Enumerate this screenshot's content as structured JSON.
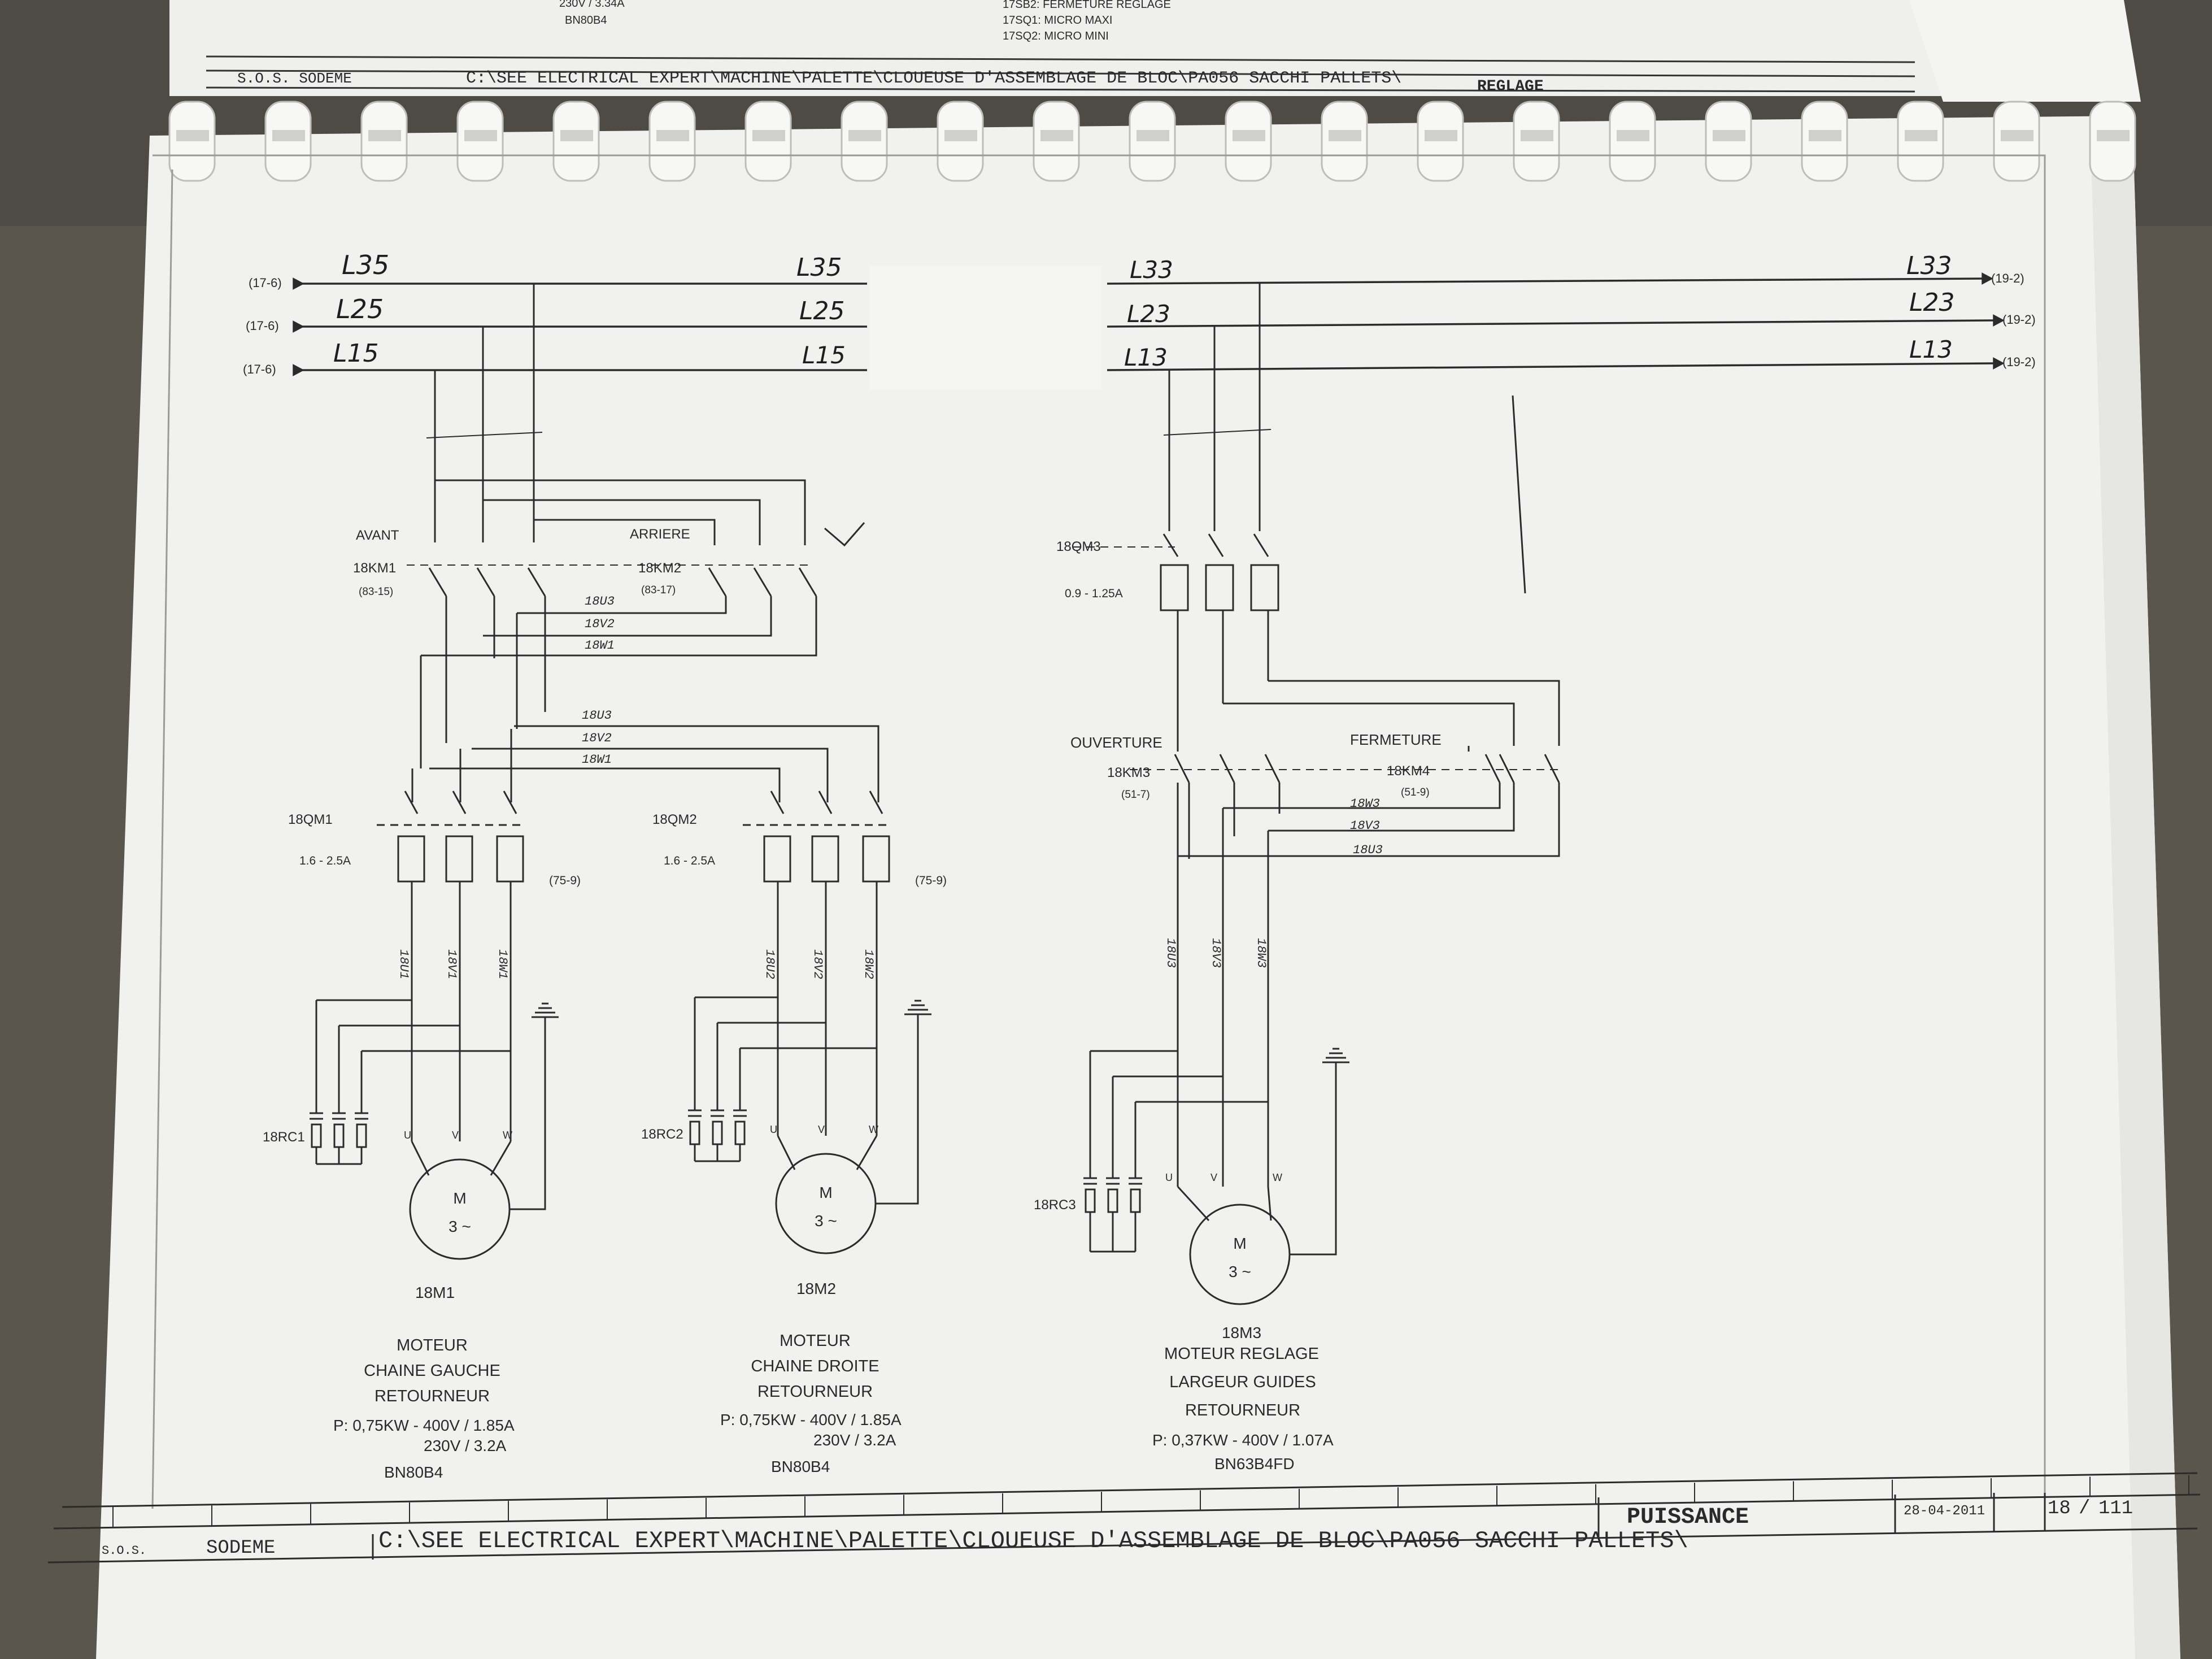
{
  "top_page": {
    "notes": [
      "230V / 3.34A",
      "BN80B4",
      "17SB2: FERMETURE REGLAGE",
      "17SQ1: MICRO MAXI",
      "17SQ2: MICRO MINI"
    ],
    "titleblock": {
      "company": "S.O.S. SODEME",
      "path": "C:\\SEE ELECTRICAL EXPERT\\MACHINE\\PALETTE\\CLOUEUSE D'ASSEMBLAGE DE BLOC\\PA056 SACCHI PALLETS\\",
      "section": "REGLAGE"
    }
  },
  "buses": {
    "left": [
      {
        "ref": "(17-6)",
        "label": "L35",
        "end_label": "L35"
      },
      {
        "ref": "(17-6)",
        "label": "L25",
        "end_label": "L25"
      },
      {
        "ref": "(17-6)",
        "label": "L15",
        "end_label": "L15"
      }
    ],
    "right": [
      {
        "ref": "(19-2)",
        "label": "L33",
        "end_label": "L33"
      },
      {
        "ref": "(19-2)",
        "label": "L23",
        "end_label": "L23"
      },
      {
        "ref": "(19-2)",
        "label": "L13",
        "end_label": "L13"
      }
    ]
  },
  "circuit_a": {
    "dir_fwd": "AVANT",
    "dir_rev": "ARRIERE",
    "km_fwd": {
      "tag": "18KM1",
      "ref": "(83-15)"
    },
    "km_rev": {
      "tag": "18KM2",
      "ref": "(83-17)"
    },
    "wires": [
      "18U3",
      "18V2",
      "18W1"
    ],
    "wires_b": [
      "18U3",
      "18V2",
      "18W1"
    ]
  },
  "motor_1": {
    "breaker": "18QM1",
    "rating": "1.6 - 2.5A",
    "ref": "(75-9)",
    "wires": [
      "18U1",
      "18V1",
      "18W1"
    ],
    "rc": "18RC1",
    "tag": "18M1",
    "desc": [
      "MOTEUR",
      "CHAINE GAUCHE",
      "RETOURNEUR"
    ],
    "power": "P: 0,75KW - 400V / 1.85A",
    "power2": "230V / 3.2A",
    "model": "BN80B4"
  },
  "motor_2": {
    "breaker": "18QM2",
    "rating": "1.6 - 2.5A",
    "ref": "(75-9)",
    "wires": [
      "18U2",
      "18V2",
      "18W2"
    ],
    "rc": "18RC2",
    "tag": "18M2",
    "desc": [
      "MOTEUR",
      "CHAINE DROITE",
      "RETOURNEUR"
    ],
    "power": "P: 0,75KW - 400V / 1.85A",
    "power2": "230V / 3.2A",
    "model": "BN80B4"
  },
  "motor_3": {
    "breaker": "18QM3",
    "rating": "0.9 - 1.25A",
    "dir_open": "OUVERTURE",
    "dir_close": "FERMETURE",
    "km_open": {
      "tag": "18KM3",
      "ref": "(51-7)"
    },
    "km_close": {
      "tag": "18KM4",
      "ref": "(51-9)"
    },
    "cross_wires": [
      "18W3",
      "18V3",
      "18U3"
    ],
    "wires": [
      "18U3",
      "18V3",
      "18W3"
    ],
    "rc": "18RC3",
    "tag": "18M3",
    "desc": [
      "MOTEUR REGLAGE",
      "LARGEUR GUIDES",
      "RETOURNEUR"
    ],
    "power": "P: 0,37KW - 400V / 1.07A",
    "model": "BN63B4FD"
  },
  "motor_symbol": {
    "m": "M",
    "phase": "3 ~",
    "u": "U",
    "v": "V",
    "w": "W"
  },
  "titleblock": {
    "company": "S.O.S.",
    "company2": "SODEME",
    "path": "C:\\SEE ELECTRICAL EXPERT\\MACHINE\\PALETTE\\CLOUEUSE D'ASSEMBLAGE DE BLOC\\PA056 SACCHI PALLETS\\",
    "section": "PUISSANCE",
    "date": "28-04-2011",
    "page": "18",
    "total": "111"
  },
  "colors": {
    "paper": "#f1f1ef",
    "ink": "#2b2b2b",
    "desk": "#55524a"
  }
}
